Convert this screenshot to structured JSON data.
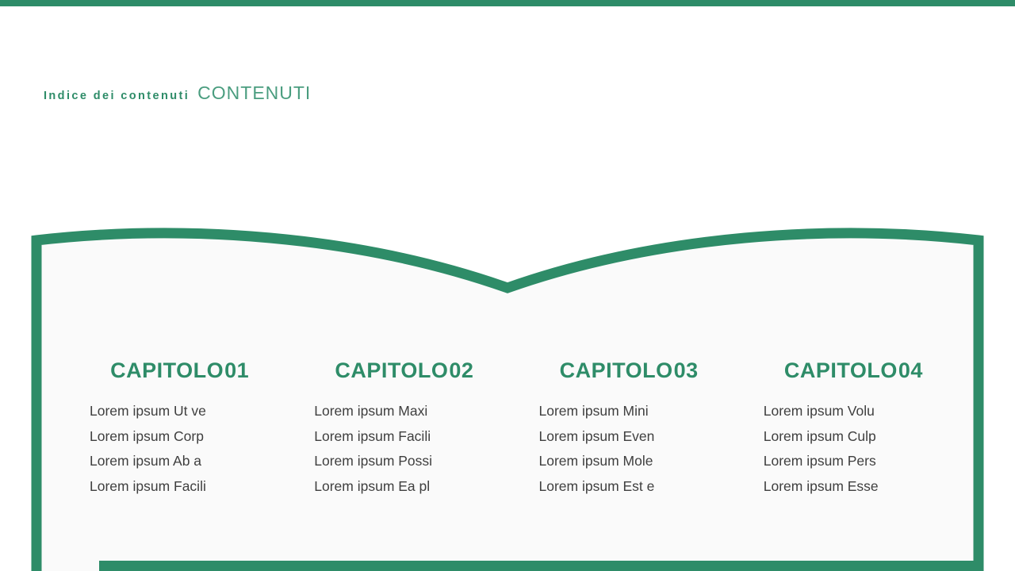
{
  "theme": {
    "green": "#2e8c68",
    "green_light": "#4a9d7f",
    "item_text": "#3f3f3f",
    "page_inner": "#fafafa"
  },
  "header": {
    "eyebrow": "Indice dei contenuti",
    "title": "CONTENUTI"
  },
  "chapters": [
    {
      "label": "CAPITOLO",
      "number": "01",
      "items": [
        "Lorem ipsum Ut ve",
        "Lorem ipsum Corp",
        "Lorem ipsum Ab a",
        "Lorem ipsum Facili"
      ]
    },
    {
      "label": "CAPITOLO",
      "number": "02",
      "items": [
        "Lorem ipsum Maxi",
        "Lorem ipsum Facili",
        "Lorem ipsum Possi",
        "Lorem ipsum Ea pl"
      ]
    },
    {
      "label": "CAPITOLO",
      "number": "03",
      "items": [
        "Lorem ipsum Mini",
        "Lorem ipsum Even",
        "Lorem ipsum Mole",
        "Lorem ipsum Est e"
      ]
    },
    {
      "label": "CAPITOLO",
      "number": "04",
      "items": [
        "Lorem ipsum Volu",
        "Lorem ipsum Culp",
        "Lorem ipsum Pers",
        "Lorem ipsum Esse"
      ]
    }
  ]
}
